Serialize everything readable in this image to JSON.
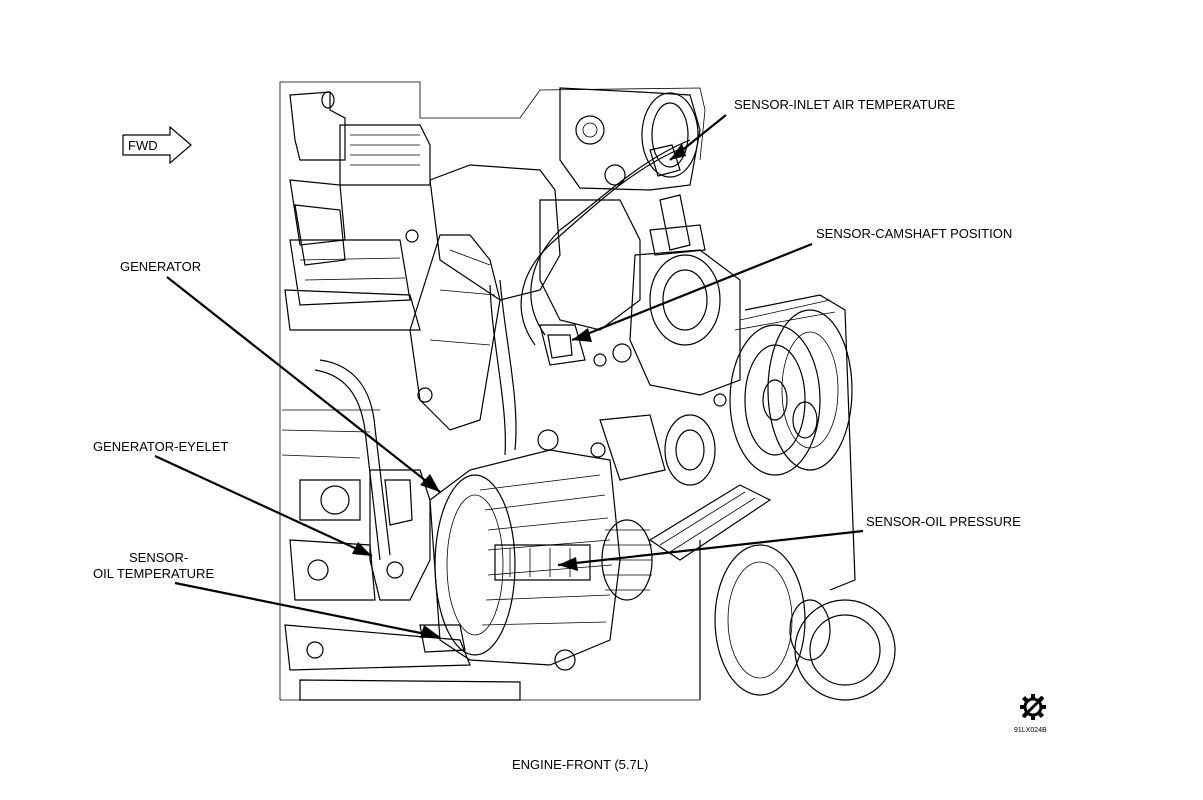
{
  "figure": {
    "fwd_label": "FWD",
    "caption": "ENGINE-FRONT (5.7L)",
    "figure_id": "91LX024B",
    "symbol_icon": "gear-slash-icon"
  },
  "callouts": [
    {
      "key": "inlet_air_temp",
      "text": "SENSOR-INLET AIR TEMPERATURE"
    },
    {
      "key": "camshaft_position",
      "text": "SENSOR-CAMSHAFT POSITION"
    },
    {
      "key": "generator",
      "text": "GENERATOR"
    },
    {
      "key": "generator_eyelet",
      "text": "GENERATOR-EYELET"
    },
    {
      "key": "oil_pressure",
      "text": "SENSOR-OIL PRESSURE"
    },
    {
      "key": "oil_temperature_line1",
      "text": "SENSOR-"
    },
    {
      "key": "oil_temperature_line2",
      "text": "OIL TEMPERATURE"
    }
  ]
}
